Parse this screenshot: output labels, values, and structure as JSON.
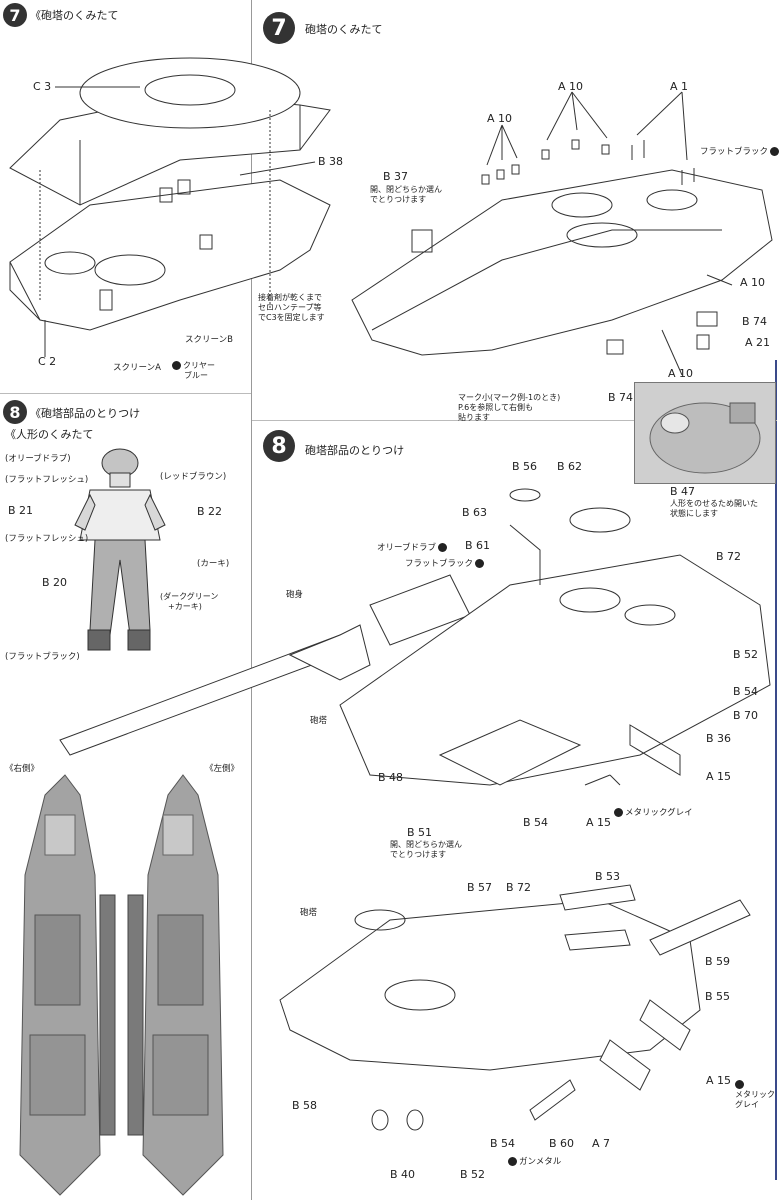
{
  "step7_left": {
    "num": "7",
    "title": "《砲塔のくみたて"
  },
  "step7_right": {
    "num": "7",
    "title": "砲塔のくみたて"
  },
  "step8_left": {
    "num": "8",
    "title": "《砲塔部品のとりつけ",
    "subtitle": "《人形のくみたて"
  },
  "step8_right": {
    "num": "8",
    "title": "砲塔部品のとりつけ"
  },
  "step7_left_labels": {
    "c3": "C 3",
    "b38": "B 38",
    "c2": "C 2",
    "note_fix": [
      "接着剤が乾くまで",
      "セロハンテープ等",
      "でC3を固定します"
    ],
    "screen_b": "スクリーンB",
    "screen_a": "スクリーンA",
    "clear_blue": [
      "クリヤー",
      "ブルー"
    ]
  },
  "step7_right_labels": {
    "a10_left": "A 10",
    "a10_top": "A 10",
    "a1": "A 1",
    "flat_black": "フラットブラック",
    "b37": "B 37",
    "b37_note": [
      "開、閉どちらか選ん",
      "でとりつけます"
    ],
    "a10_right": "A 10",
    "b74_right": "B 74",
    "a21": "A 21",
    "a10_bottom": "A 10",
    "b74_bottom": "B 74",
    "mark_note": [
      "マーク小(マーク例-1のとき)",
      "P.6を参照して右側も",
      "貼ります"
    ]
  },
  "figure_labels": {
    "olive_drab": "(オリーブドラブ)",
    "flat_flesh1": "(フラットフレッシュ)",
    "red_brown": "(レッドブラウン)",
    "b21": "B 21",
    "b22": "B 22",
    "flat_flesh2": "(フラットフレッシュ)",
    "khaki": "(カーキ)",
    "b20": "B 20",
    "dark_green": [
      "(ダークグリーン",
      "+カーキ)"
    ],
    "flat_black": "(フラットブラック)"
  },
  "side_views": {
    "right": "《右側》",
    "left": "《左側》"
  },
  "step8_top_labels": {
    "b56": "B 56",
    "b62": "B 62",
    "b63": "B 63",
    "b47": "B 47",
    "b47_note": [
      "人形をのせるため開いた",
      "状態にします"
    ],
    "olive_drab": "オリーブドラブ",
    "b61": "B 61",
    "flat_black": "フラットブラック",
    "b72": "B 72",
    "barrel": "砲身",
    "turret": "砲塔",
    "b52": "B 52",
    "b54_right": "B 54",
    "b70": "B 70",
    "b36": "B 36",
    "b48": "B 48",
    "a15_right": "A 15",
    "b54_bottom": "B 54",
    "a15_bottom": "A 15",
    "metallic_gray": "メタリックグレイ"
  },
  "step8_bottom_labels": {
    "b51": "B 51",
    "b51_note": [
      "開、閉どちらか選ん",
      "でとりつけます"
    ],
    "turret": "砲塔",
    "b57": "B 57",
    "b72": "B 72",
    "b53": "B 53",
    "b59": "B 59",
    "b55": "B 55",
    "a15": "A 15",
    "metallic_gray": [
      "メタリック",
      "グレイ"
    ],
    "b58": "B 58",
    "b54": "B 54",
    "b60": "B 60",
    "a7": "A 7",
    "gunmetal": "ガンメタル",
    "b40": "B 40",
    "b52": "B 52"
  },
  "colors": {
    "ink": "#222222",
    "photo_gray": "#cfcfcf",
    "model_gray": "#9a9a9a"
  }
}
